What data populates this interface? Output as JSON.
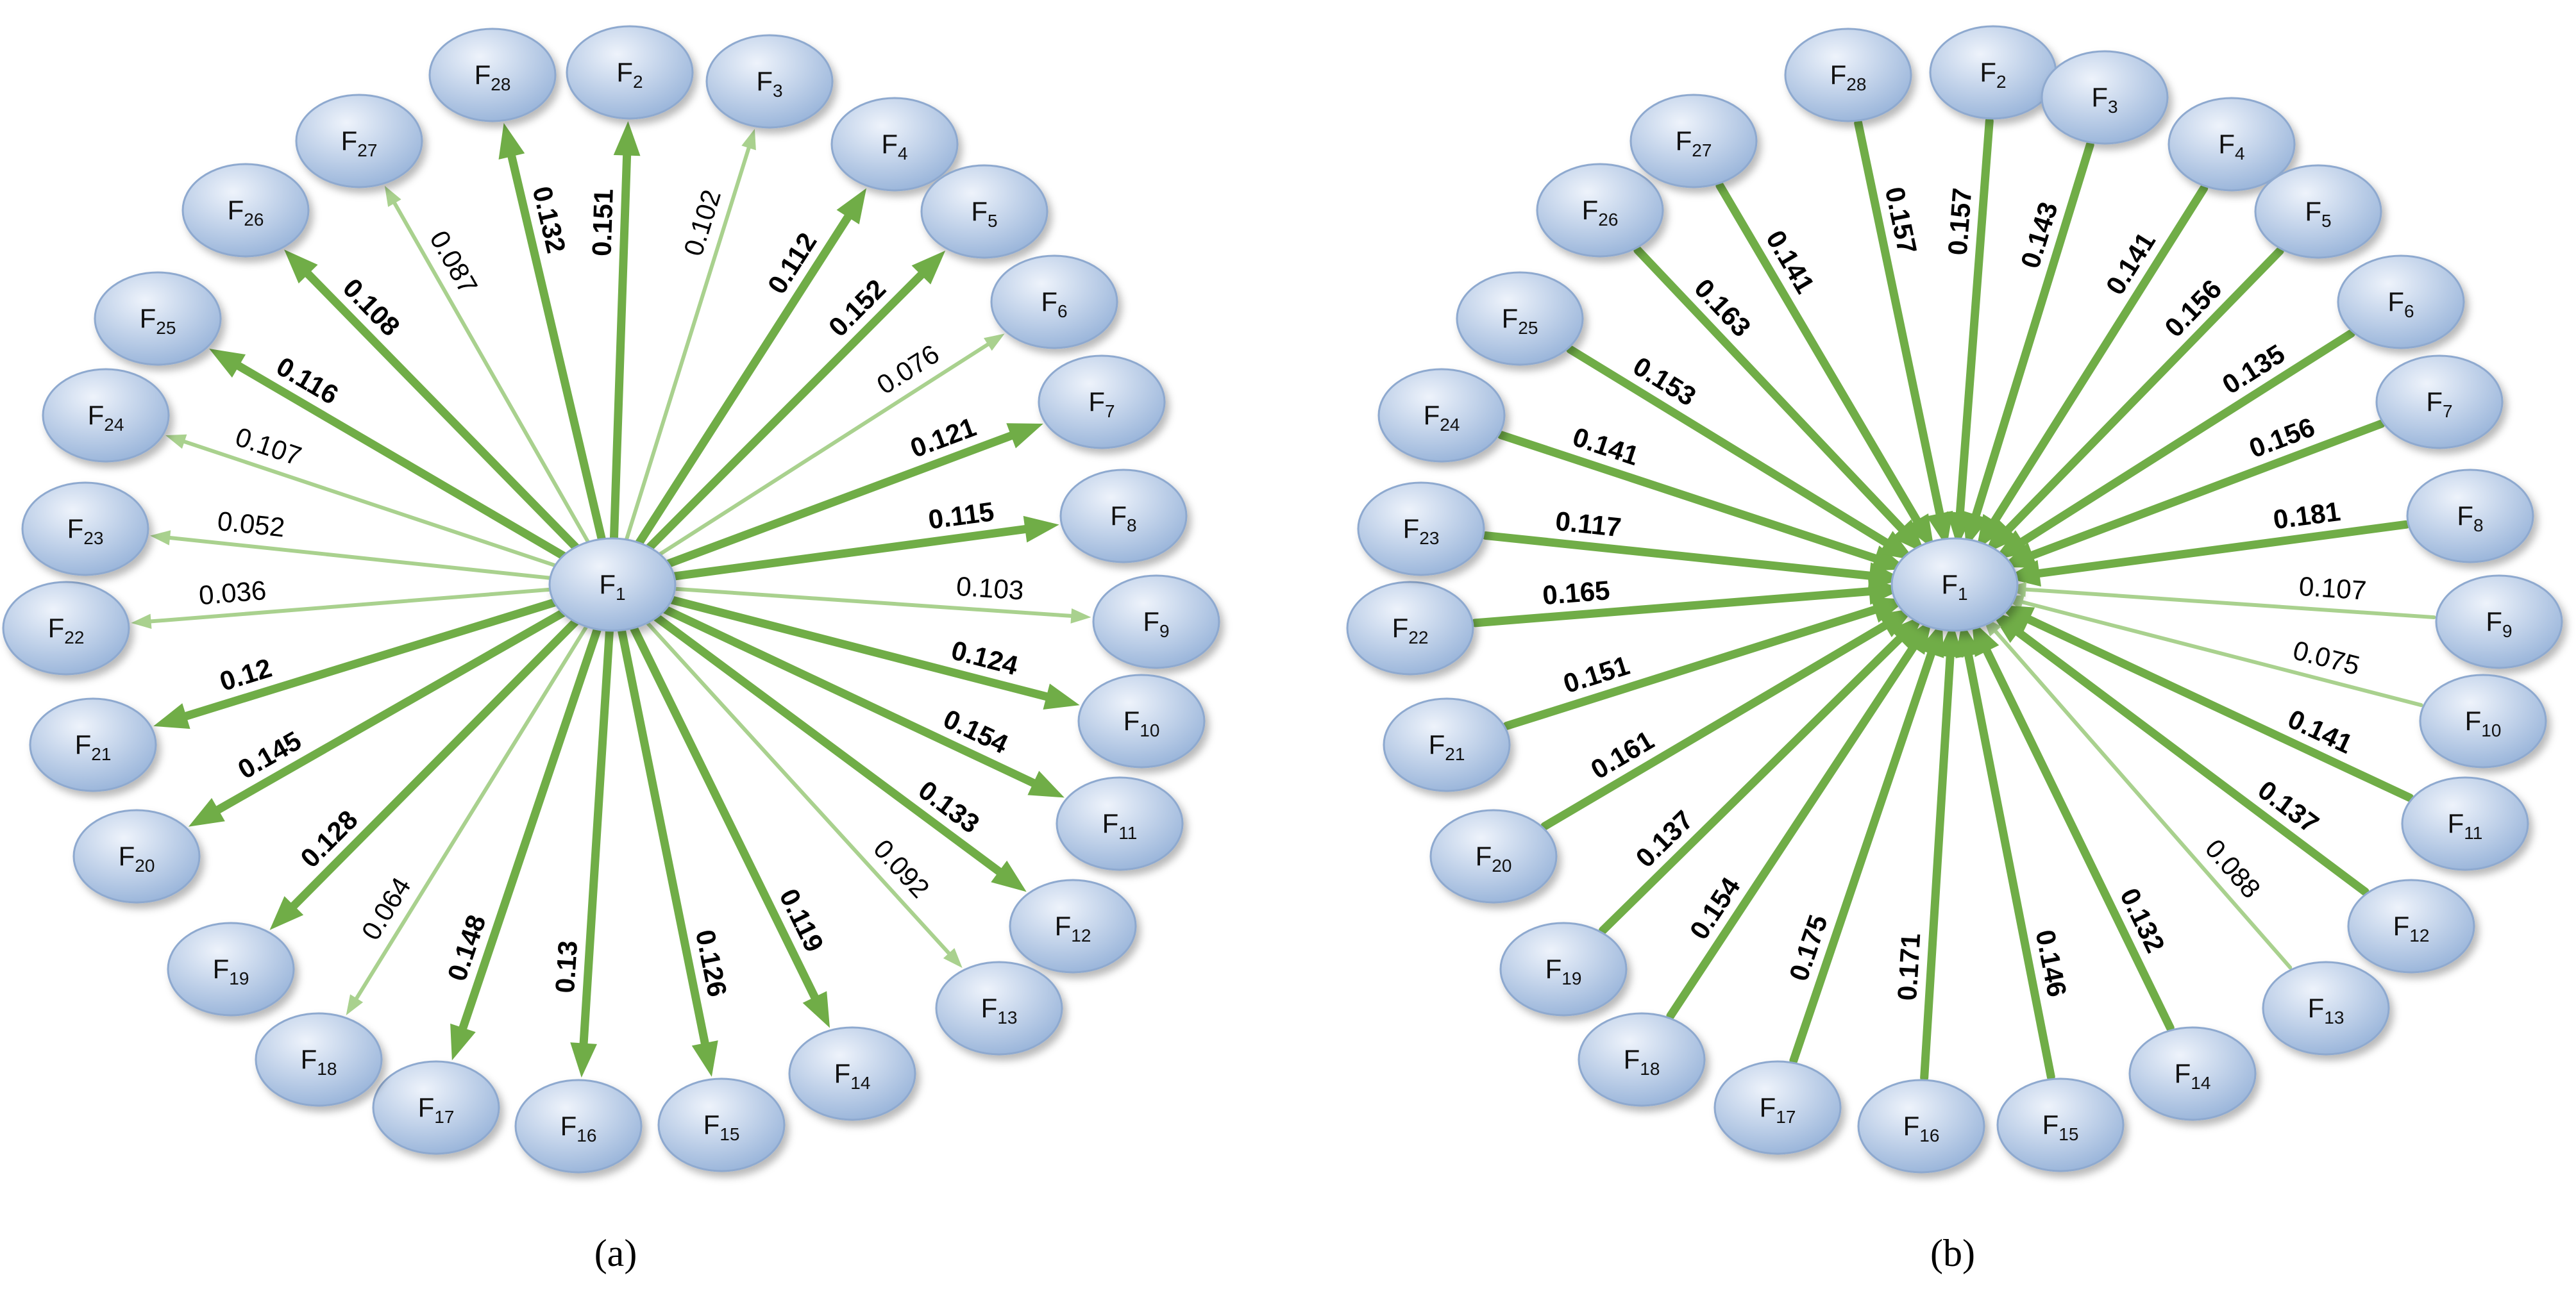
{
  "colors": {
    "strong_edge": "#70ad47",
    "weak_edge": "#a9d18e",
    "node_fill_light": "#e8eef8",
    "node_fill_dark": "#97b3d9",
    "node_stroke": "#8ea9cf"
  },
  "panels": [
    {
      "caption": "(a)",
      "direction": "out",
      "hub": "F1",
      "edges": [
        {
          "node": "F2",
          "weight": "0.151",
          "strong": true
        },
        {
          "node": "F3",
          "weight": "0.102",
          "strong": false
        },
        {
          "node": "F4",
          "weight": "0.112",
          "strong": true
        },
        {
          "node": "F5",
          "weight": "0.152",
          "strong": true
        },
        {
          "node": "F6",
          "weight": "0.076",
          "strong": false
        },
        {
          "node": "F7",
          "weight": "0.121",
          "strong": true
        },
        {
          "node": "F8",
          "weight": "0.115",
          "strong": true
        },
        {
          "node": "F9",
          "weight": "0.103",
          "strong": false
        },
        {
          "node": "F10",
          "weight": "0.124",
          "strong": true
        },
        {
          "node": "F11",
          "weight": "0.154",
          "strong": true
        },
        {
          "node": "F12",
          "weight": "0.133",
          "strong": true
        },
        {
          "node": "F13",
          "weight": "0.092",
          "strong": false
        },
        {
          "node": "F14",
          "weight": "0.119",
          "strong": true
        },
        {
          "node": "F15",
          "weight": "0.126",
          "strong": true
        },
        {
          "node": "F16",
          "weight": "0.13",
          "strong": true
        },
        {
          "node": "F17",
          "weight": "0.148",
          "strong": true
        },
        {
          "node": "F18",
          "weight": "0.064",
          "strong": false
        },
        {
          "node": "F19",
          "weight": "0.128",
          "strong": true
        },
        {
          "node": "F20",
          "weight": "0.145",
          "strong": true
        },
        {
          "node": "F21",
          "weight": "0.12",
          "strong": true
        },
        {
          "node": "F22",
          "weight": "0.036",
          "strong": false
        },
        {
          "node": "F23",
          "weight": "0.052",
          "strong": false
        },
        {
          "node": "F24",
          "weight": "0.107",
          "strong": false
        },
        {
          "node": "F25",
          "weight": "0.116",
          "strong": true
        },
        {
          "node": "F26",
          "weight": "0.108",
          "strong": true
        },
        {
          "node": "F27",
          "weight": "0.087",
          "strong": false
        },
        {
          "node": "F28",
          "weight": "0.132",
          "strong": true
        }
      ]
    },
    {
      "caption": "(b)",
      "direction": "in",
      "hub": "F1",
      "edges": [
        {
          "node": "F2",
          "weight": "0.157",
          "strong": true
        },
        {
          "node": "F3",
          "weight": "0.143",
          "strong": true
        },
        {
          "node": "F4",
          "weight": "0.141",
          "strong": true
        },
        {
          "node": "F5",
          "weight": "0.156",
          "strong": true
        },
        {
          "node": "F6",
          "weight": "0.135",
          "strong": true
        },
        {
          "node": "F7",
          "weight": "0.156",
          "strong": true
        },
        {
          "node": "F8",
          "weight": "0.181",
          "strong": true
        },
        {
          "node": "F9",
          "weight": "0.107",
          "strong": false
        },
        {
          "node": "F10",
          "weight": "0.075",
          "strong": false
        },
        {
          "node": "F11",
          "weight": "0.141",
          "strong": true
        },
        {
          "node": "F12",
          "weight": "0.137",
          "strong": true
        },
        {
          "node": "F13",
          "weight": "0.088",
          "strong": false
        },
        {
          "node": "F14",
          "weight": "0.132",
          "strong": true
        },
        {
          "node": "F15",
          "weight": "0.146",
          "strong": true
        },
        {
          "node": "F16",
          "weight": "0.171",
          "strong": true
        },
        {
          "node": "F17",
          "weight": "0.175",
          "strong": true
        },
        {
          "node": "F18",
          "weight": "0.154",
          "strong": true
        },
        {
          "node": "F19",
          "weight": "0.137",
          "strong": true
        },
        {
          "node": "F20",
          "weight": "0.161",
          "strong": true
        },
        {
          "node": "F21",
          "weight": "0.151",
          "strong": true
        },
        {
          "node": "F22",
          "weight": "0.165",
          "strong": true
        },
        {
          "node": "F23",
          "weight": "0.117",
          "strong": true
        },
        {
          "node": "F24",
          "weight": "0.141",
          "strong": true
        },
        {
          "node": "F25",
          "weight": "0.153",
          "strong": true
        },
        {
          "node": "F26",
          "weight": "0.163",
          "strong": true
        },
        {
          "node": "F27",
          "weight": "0.141",
          "strong": true
        },
        {
          "node": "F28",
          "weight": "0.157",
          "strong": true
        }
      ]
    }
  ]
}
